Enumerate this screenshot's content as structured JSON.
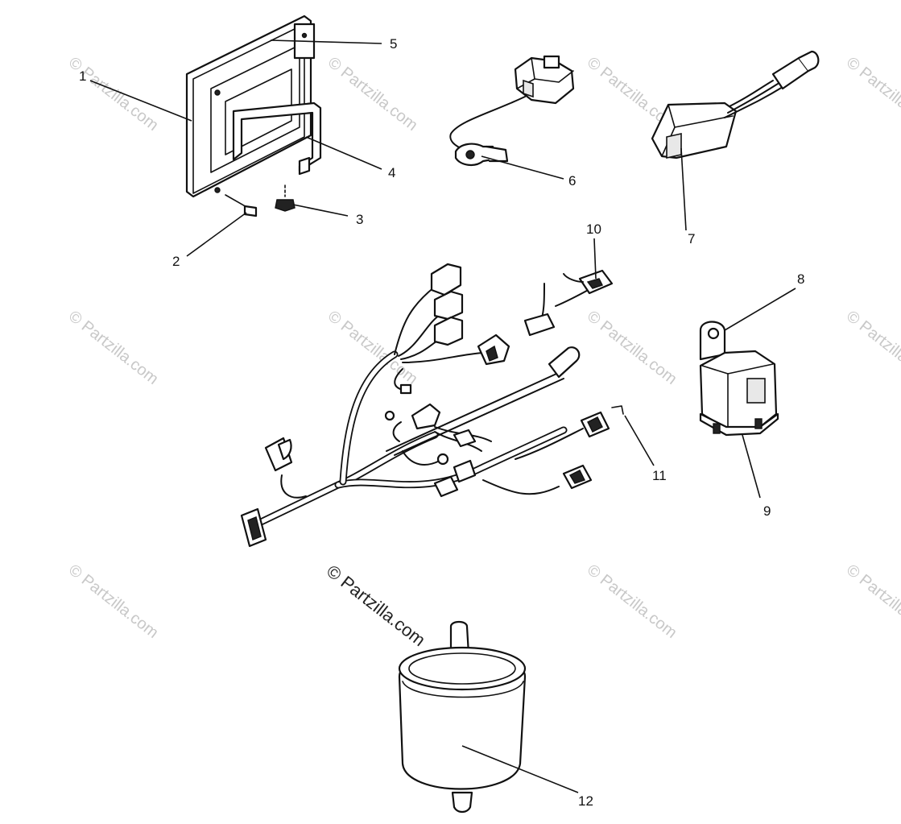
{
  "watermark": {
    "text": "© Partzilla.com",
    "main_text": "© Partzilla.com"
  },
  "callouts": [
    {
      "id": "1",
      "label": "1"
    },
    {
      "id": "2",
      "label": "2"
    },
    {
      "id": "3",
      "label": "3"
    },
    {
      "id": "4",
      "label": "4"
    },
    {
      "id": "5",
      "label": "5"
    },
    {
      "id": "6",
      "label": "6"
    },
    {
      "id": "7",
      "label": "7"
    },
    {
      "id": "8",
      "label": "8"
    },
    {
      "id": "9",
      "label": "9"
    },
    {
      "id": "10",
      "label": "10"
    },
    {
      "id": "11",
      "label": "11"
    },
    {
      "id": "12",
      "label": "12"
    }
  ]
}
